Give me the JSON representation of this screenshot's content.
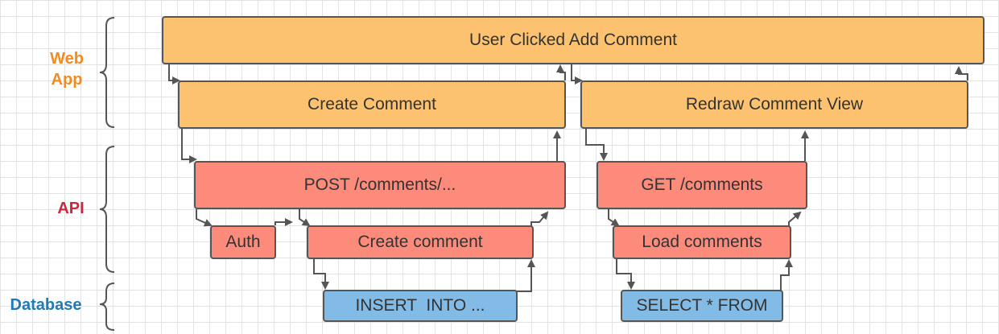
{
  "colors": {
    "webapp_fill": "#fcc26f",
    "api_fill": "#fd8b7c",
    "db_fill": "#82bbe6",
    "stroke": "#555555",
    "label_webapp": "#f08c22",
    "label_api": "#c9283e",
    "label_db": "#1f7ab5"
  },
  "tiers": {
    "webapp": "Web\nApp",
    "api": "API",
    "database": "Database"
  },
  "nodes": {
    "user_clicked": "User Clicked Add Comment",
    "create_comment_view": "Create Comment",
    "redraw_comment_view": "Redraw Comment View",
    "post_comments": "POST /comments/...",
    "get_comments": "GET /comments",
    "auth": "Auth",
    "create_comment_api": "Create comment",
    "load_comments": "Load comments",
    "insert_into": "INSERT  INTO ...",
    "select_from": "SELECT * FROM"
  }
}
